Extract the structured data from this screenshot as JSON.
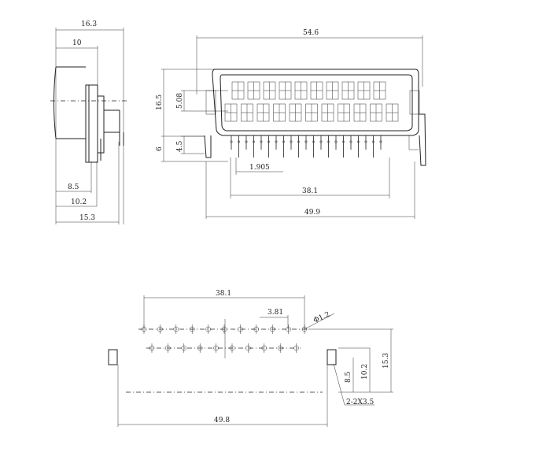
{
  "side_view": {
    "dims": {
      "d1": "16.3",
      "d2": "10",
      "d3": "8.5",
      "d4": "10.2",
      "d5": "15.3"
    }
  },
  "front_view": {
    "dims": {
      "width": "54.6",
      "height": "16.5",
      "row_gap": "5.08",
      "pin_len": "6",
      "pin_len2": "4.5",
      "pitch": "1.905",
      "pin_span": "38.1",
      "base": "49.9"
    }
  },
  "footprint": {
    "dims": {
      "span": "38.1",
      "pitch": "3.81",
      "hole": "Φ1.2",
      "d1": "8.5",
      "d2": "10.2",
      "d3": "15.3",
      "base": "49.8",
      "slot": "2-2X3.5"
    }
  }
}
